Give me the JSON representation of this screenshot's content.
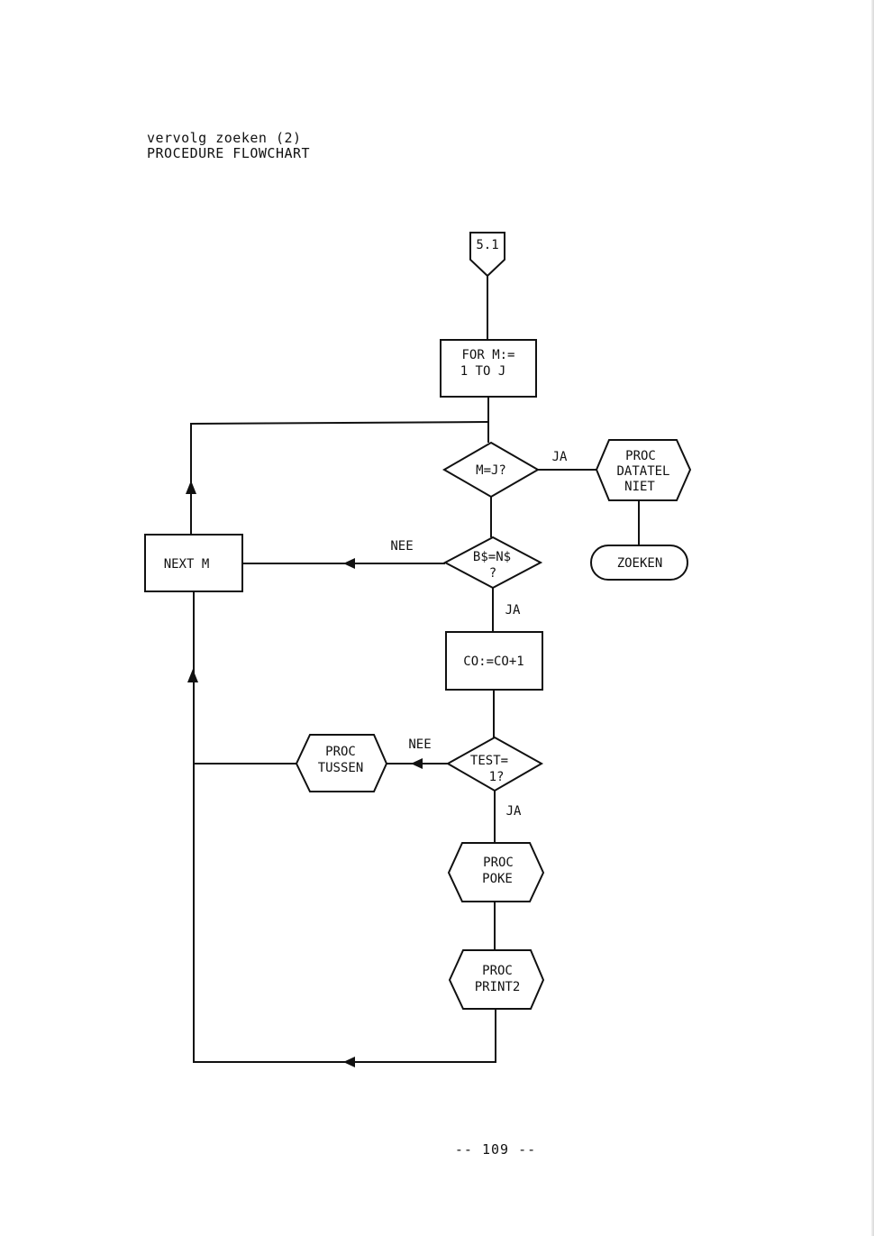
{
  "heading": {
    "line1": "vervolg zoeken (2)",
    "line2": "PROCEDURE FLOWCHART"
  },
  "nodes": {
    "connector": "5.1",
    "for_loop": [
      "FOR M:=",
      "1 TO J"
    ],
    "decision_m_eq_j": "M=J?",
    "proc_datatel_niet": [
      "PROC",
      "DATATEL",
      "NIET"
    ],
    "zoeken": "ZOEKEN",
    "next_m": "NEXT M",
    "decision_b_eq_n": [
      "B$=N$",
      "?"
    ],
    "co_increment": "CO:=CO+1",
    "decision_test": [
      "TEST=",
      "1?"
    ],
    "proc_tussen": [
      "PROC",
      "TUSSEN"
    ],
    "proc_poke": [
      "PROC",
      "POKE"
    ],
    "proc_print2": [
      "PROC",
      "PRINT2"
    ]
  },
  "edge_labels": {
    "ja_m_eq_j": "JA",
    "nee_b_eq_n": "NEE",
    "ja_b_eq_n": "JA",
    "nee_test": "NEE",
    "ja_test": "JA"
  },
  "footer": {
    "page_number": "-- 109 --"
  }
}
